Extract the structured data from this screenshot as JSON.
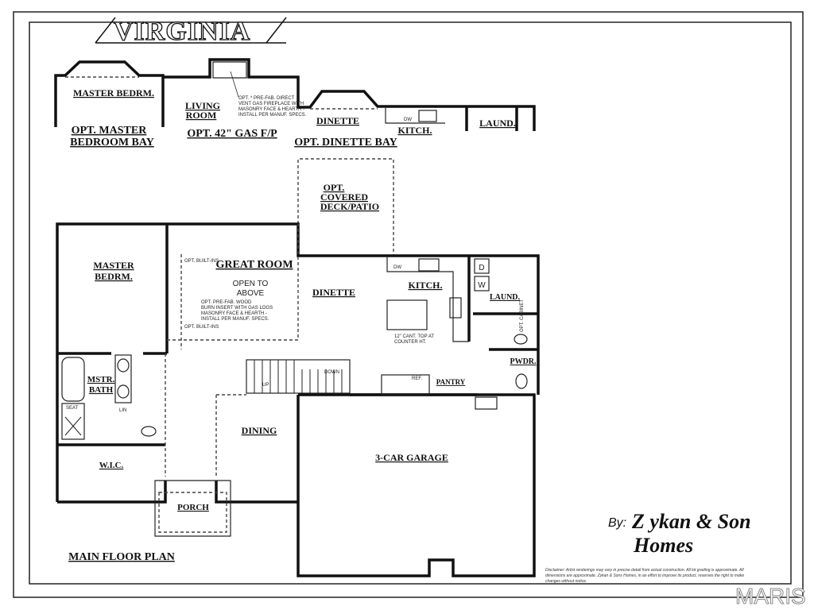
{
  "title": "VIRGINIA",
  "options": {
    "master_bay_room": "MASTER BEDRM.",
    "master_bay_label": [
      "OPT. MASTER",
      "BEDROOM BAY"
    ],
    "living_room": [
      "LIVING",
      "ROOM"
    ],
    "gas_fp_label": "OPT. 42\" GAS F/P",
    "gas_fp_note": [
      "OPT.    * PRE-FAB. DIRECT",
      "VENT GAS FIREPLACE WITH",
      "MASONRY FACE & HEARTH -",
      "INSTALL PER MANUF. SPECS."
    ],
    "dinette": "DINETTE",
    "dw": "DW",
    "kitch": "KITCH.",
    "laund": "LAUND.",
    "dinette_bay_label": "OPT. DINETTE BAY"
  },
  "plan": {
    "deck": [
      "OPT.",
      "COVERED",
      "DECK/PATIO"
    ],
    "master_bedrm": [
      "MASTER",
      "BEDRM."
    ],
    "great_room": "GREAT ROOM",
    "open_to_above": [
      "OPEN TO",
      "ABOVE"
    ],
    "built_ins_top": "OPT. BUILT-INS",
    "built_ins_bottom": "OPT. BUILT-INS",
    "fireplace_note": [
      "OPT.       PRE-FAB. WOOD",
      "BURN INSERT WITH GAS LOGS",
      "MASONRY FACE & HEARTH -",
      "INSTALL PER MANUF. SPECS."
    ],
    "dinette": "DINETTE",
    "kitch": "KITCH.",
    "dw": "DW",
    "cantilever_note": [
      "12\" CANT. TOP AT",
      "COUNTER HT."
    ],
    "dryer": "D",
    "washer": "W",
    "laund": "LAUND.",
    "opt_cabinet": "OPT. CABINET",
    "pwdr": "PWDR.",
    "pantry": "PANTRY",
    "ref": "REF.",
    "down": "DOWN",
    "up": "UP",
    "mstr_bath": [
      "MSTR.",
      "BATH"
    ],
    "seat": "SEAT",
    "lin": "LIN",
    "wic": "W.I.C.",
    "dining": "DINING",
    "garage": "3-CAR GARAGE",
    "porch": "PORCH",
    "main_floor_plan": "MAIN FLOOR PLAN"
  },
  "builder": {
    "by": "By:",
    "name_line1": "Z ykan & Son",
    "name_line2": "Homes"
  },
  "disclaimer": [
    "Disclaimer: Artist renderings may vary in precise detail from actual construction. All lot grading is approximate. All",
    "dimensions are approximate. Zykan & Sons Homes, in an effort to improve its product, reserves the right to make",
    "changes without notice."
  ],
  "watermark": "MARIS"
}
